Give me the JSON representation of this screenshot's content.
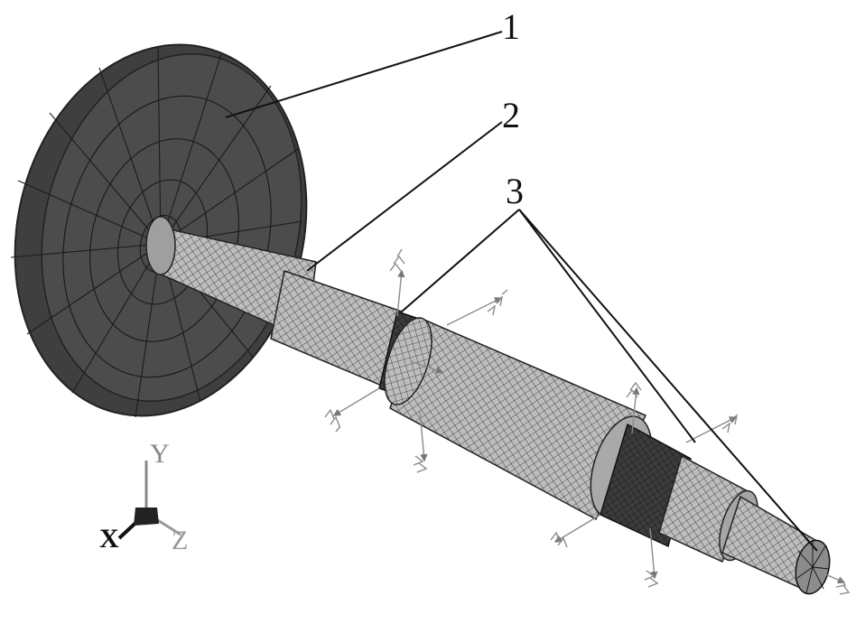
{
  "callouts": {
    "one": "1",
    "two": "2",
    "three": "3"
  },
  "axes": {
    "y_label": "Y",
    "x_label": "X",
    "z_label": "Z"
  },
  "colors": {
    "disk_fill": "#4a4a4a",
    "disk_edge": "#2e2e2e",
    "shaft_fill": "#b9b9b9",
    "shaft_dark": "#3a3a3a",
    "mesh_line": "#222222",
    "axis_y": "#888888",
    "axis_x": "#111111",
    "axis_z": "#9a9a9a"
  }
}
